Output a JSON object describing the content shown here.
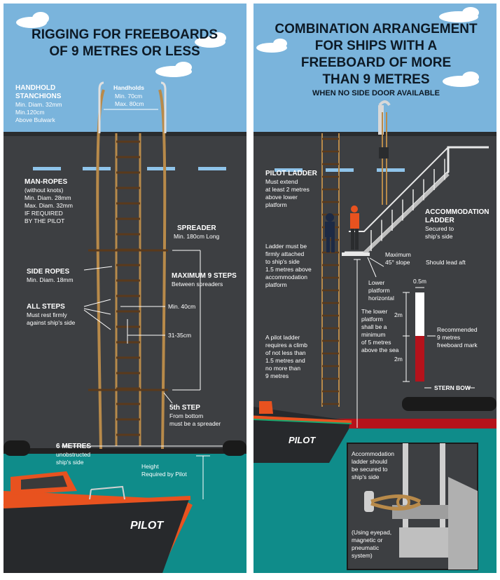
{
  "left": {
    "title_line1": "RIGGING FOR FREEBOARDS",
    "title_line2": "OF 9 METRES OR LESS",
    "stanchions": {
      "h1": "HANDHOLD",
      "h2": "STANCHIONS",
      "l1": "Min. Diam. 32mm",
      "l2": "Min.120cm",
      "l3": "Above Bulwark"
    },
    "handholds": {
      "h": "Handholds",
      "l1": "Min. 70cm",
      "l2": "Max. 80cm"
    },
    "manropes": {
      "h": "MAN-ROPES",
      "l1": "(without knots)",
      "l2": "Min. Diam. 28mm",
      "l3": "Max. Diam. 32mm",
      "l4": "IF REQUIRED",
      "l5": "BY THE PILOT"
    },
    "spreader": {
      "h": "SPREADER",
      "l1": "Min. 180cm Long"
    },
    "siderope": {
      "h": "SIDE ROPES",
      "l1": "Min. Diam. 18mm"
    },
    "maxsteps": {
      "h": "MAXIMUM 9 STEPS",
      "l1": "Between spreaders"
    },
    "allsteps": {
      "h": "ALL  STEPS",
      "l1": "Must rest firmly",
      "l2": "against ship's side"
    },
    "min40": "Min. 40cm",
    "spacing": "31-35cm",
    "fifth": {
      "h": "5th STEP",
      "l1": "From bottom",
      "l2": "must be a spreader"
    },
    "sixm": {
      "h": "6 METRES",
      "l1": "unobstructed",
      "l2": "ship's side"
    },
    "height": {
      "l1": "Height",
      "l2": "Required by Pilot"
    },
    "boat_label": "PILOT"
  },
  "right": {
    "title_line1": "COMBINATION ARRANGEMENT",
    "title_line2": "FOR SHIPS WITH A",
    "title_line3": "FREEBOARD OF MORE",
    "title_line4": "THAN 9 METRES",
    "subtitle": "WHEN NO SIDE DOOR AVAILABLE",
    "pilotladder": {
      "h": "PILOT LADDER",
      "l1": "Must extend",
      "l2": "at least 2 metres",
      "l3": "above lower",
      "l4": "platform"
    },
    "accladder": {
      "h1": "ACCOMMODATION",
      "h2": "LADDER",
      "l1": "Secured to",
      "l2": "ship's side"
    },
    "attached": {
      "l1": "Ladder must be",
      "l2": "firmly attached",
      "l3": "to ship's side",
      "l4": "1.5 metres above",
      "l5": "accommodation",
      "l6": "platform"
    },
    "slope": {
      "l1": "Maximum",
      "l2": "45° slope"
    },
    "leadaft": "Should lead aft",
    "lowerplat": {
      "l1": "Lower",
      "l2": "platform",
      "l3": "horizontal"
    },
    "scale": {
      "w": "0.5m",
      "top": "2m",
      "bottom": "2m"
    },
    "recommended": {
      "l1": "Recommended",
      "l2": "9 metres",
      "l3": "freeboard mark"
    },
    "lowerplatmin": {
      "l1": "The lower",
      "l2": "platform",
      "l3": "shall be a",
      "l4": "minimum",
      "l5": "of 5 metres",
      "l6": "above the sea"
    },
    "climb": {
      "l1": "A pilot ladder",
      "l2": "requires a climb",
      "l3": "of not less than",
      "l4": "1.5 metres and",
      "l5": "no more than",
      "l6": "9 metres"
    },
    "sternbow": "STERN  BOW",
    "boat_label": "PILOT",
    "inset": {
      "l1": "Accommodation",
      "l2": "ladder should",
      "l3": "be secured to",
      "l4": "ship's side",
      "l5": "(Using eyepad,",
      "l6": "magnetic or",
      "l7": "pneumatic",
      "l8": "system)"
    }
  },
  "colors": {
    "sky": "#7ab4dc",
    "hull": "#3d3f42",
    "sea": "#0f8c8a",
    "orange": "#e8521f",
    "red": "#b5121b",
    "rope": "#b88a4a"
  }
}
